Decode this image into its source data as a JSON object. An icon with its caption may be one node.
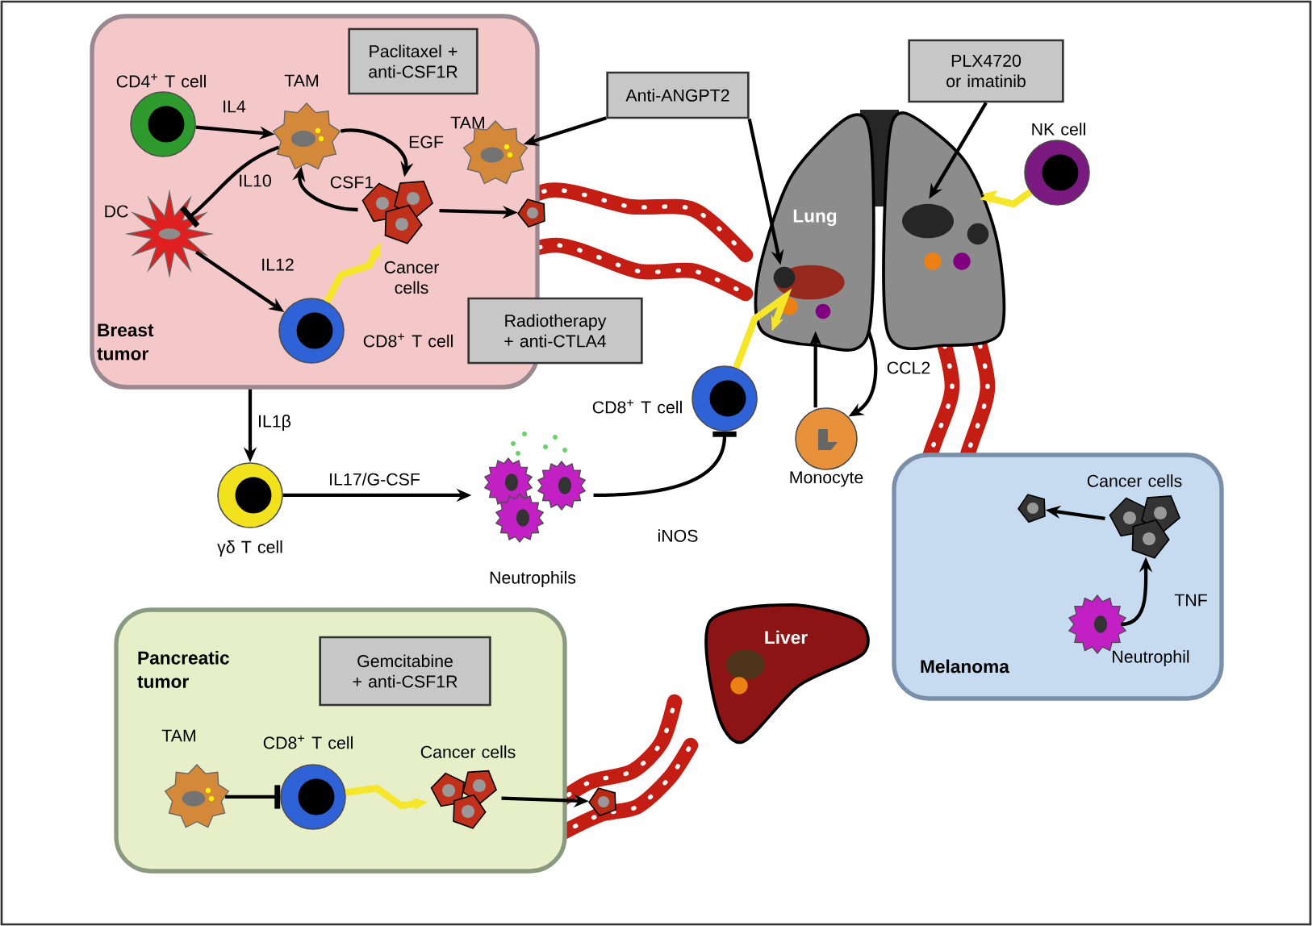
{
  "diagram": {
    "nodes": [
      {
        "text": [
          "Breast tumor"
        ]
      },
      {
        "text": [
          "Paclitaxel + anti-CSF1R"
        ],
        "in": 0
      },
      {
        "text": [
          "CD4$^{+}$ T cell"
        ],
        "in": 0
      },
      {
        "text": [
          "TAM"
        ],
        "in": 0
      },
      {
        "text": [
          "DC"
        ],
        "in": 0
      },
      {
        "text": [
          "Cancer cells"
        ],
        "in": 0
      },
      {
        "text": [
          "CD8$^{+}$ T cell"
        ],
        "in": 0
      },
      {
        "text": [
          "Radiotherapy + anti-CTLA4"
        ]
      },
      {
        "text": [
          "Anti-ANGPT2"
        ]
      },
      {
        "text": [
          "TAM"
        ],
        "in": 0
      },
      {
        "text": [],
        "shape": "picture"
      },
      {
        "text": [
          "Lung"
        ]
      },
      {
        "text": [],
        "shape": "picture"
      },
      {
        "text": [
          "PLX4720 or imatinib"
        ]
      },
      {
        "text": [
          "NK cell"
        ]
      },
      {
        "text": [
          "CD8$^{+}$ T cell"
        ]
      },
      {
        "text": [
          "Monocyte"
        ]
      },
      {
        "text": [
          "γδ T cell"
        ]
      },
      {
        "text": [
          "Neutrophils"
        ]
      },
      {
        "text": [
          "Melanoma"
        ]
      },
      {
        "text": [
          "Cancer cells"
        ],
        "in": 19
      },
      {
        "text": [],
        "shape": "picture",
        "in": 19
      },
      {
        "text": [
          "Neutrophil"
        ],
        "in": 19
      },
      {
        "text": [
          "Pancreatic tumor"
        ]
      },
      {
        "text": [
          "Gemcitabine + anti-CSF1R"
        ],
        "in": 23
      },
      {
        "text": [
          "TAM"
        ],
        "in": 23
      },
      {
        "text": [
          "CD8$^{+}$ T cell"
        ],
        "in": 23
      },
      {
        "text": [
          "Cancer cells"
        ],
        "in": 23
      },
      {
        "text": [],
        "shape": "picture"
      },
      {
        "text": [
          "Liver"
        ]
      }
    ],
    "edges": [
      {
        "from": 2,
        "to": 3,
        "arrow": "to",
        "label": "IL4"
      },
      {
        "from": 3,
        "to": 4,
        "arrow": "other",
        "label": "IL10"
      },
      {
        "from": 3,
        "to": 5,
        "arrow": "to",
        "label": "EGF"
      },
      {
        "from": 5,
        "to": 3,
        "arrow": "to",
        "label": "CSF1"
      },
      {
        "from": 4,
        "to": 6,
        "arrow": "to",
        "label": "IL12"
      },
      {
        "from": 5,
        "to": 10,
        "arrow": "to"
      },
      {
        "from": 8,
        "to": 9,
        "arrow": "to"
      },
      {
        "from": 8,
        "to": 11,
        "arrow": "to"
      },
      {
        "from": 13,
        "to": 12,
        "arrow": "to"
      },
      {
        "from": 0,
        "to": 17,
        "arrow": "to",
        "label": "IL1β"
      },
      {
        "from": 17,
        "to": 18,
        "arrow": "to",
        "label": "IL17/G-CSF"
      },
      {
        "from": 18,
        "to": 15,
        "arrow": "other",
        "label": "iNOS"
      },
      {
        "from": 16,
        "to": 11,
        "arrow": "to"
      },
      {
        "from": 11,
        "to": 16,
        "arrow": "to",
        "label": "CCL2"
      },
      {
        "from": 20,
        "to": 21,
        "arrow": "to"
      },
      {
        "from": 22,
        "to": 20,
        "arrow": "to",
        "label": "TNF"
      },
      {
        "from": 25,
        "to": 26,
        "arrow": "other"
      },
      {
        "from": 27,
        "to": 28,
        "arrow": "to"
      },
      {
        "from": 6,
        "to": 5,
        "arrow": "to",
        "color": "#f5e62a",
        "style": "thick"
      },
      {
        "from": 15,
        "to": 11,
        "arrow": "to",
        "color": "#f5e62a",
        "style": "thick"
      },
      {
        "from": 14,
        "to": 12,
        "arrow": "to",
        "color": "#f5e62a",
        "style": "thick"
      },
      {
        "from": 26,
        "to": 27,
        "arrow": "to",
        "color": "#f5e62a",
        "style": "thick"
      }
    ]
  }
}
